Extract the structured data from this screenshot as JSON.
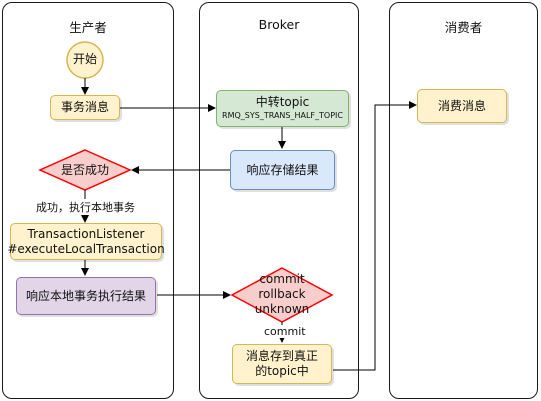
{
  "lanes": {
    "producer": "生产者",
    "broker": "Broker",
    "consumer": "消费者"
  },
  "nodes": {
    "start": "开始",
    "tx_message": "事务消息",
    "relay_topic": "中转topic",
    "half_topic": "RMQ_SYS_TRANS_HALF_TOPIC",
    "store_result": "响应存储结果",
    "is_success": "是否成功",
    "listener_line1": "TransactionListener",
    "listener_line2": "#executeLocalTransaction",
    "local_result": "响应本地事务执行结果",
    "state_commit": "commit",
    "state_rollback": "rollback",
    "state_unknown": "unknown",
    "store_real_line1": "消息存到真正",
    "store_real_line2": "的topic中",
    "consume": "消费消息"
  },
  "edges": {
    "success_label": "成功，执行本地事务",
    "commit_label": "commit"
  },
  "colors": {
    "yellow_fill": "#fff2cc",
    "yellow_stroke": "#d6b656",
    "green_fill": "#d5e8d4",
    "green_stroke": "#82b366",
    "blue_fill": "#dae8fc",
    "blue_stroke": "#6c8ebf",
    "purple_fill": "#e1d5e7",
    "purple_stroke": "#9673a6",
    "diamond_fill": "#f8cecc",
    "diamond_stroke": "#ff0000"
  }
}
